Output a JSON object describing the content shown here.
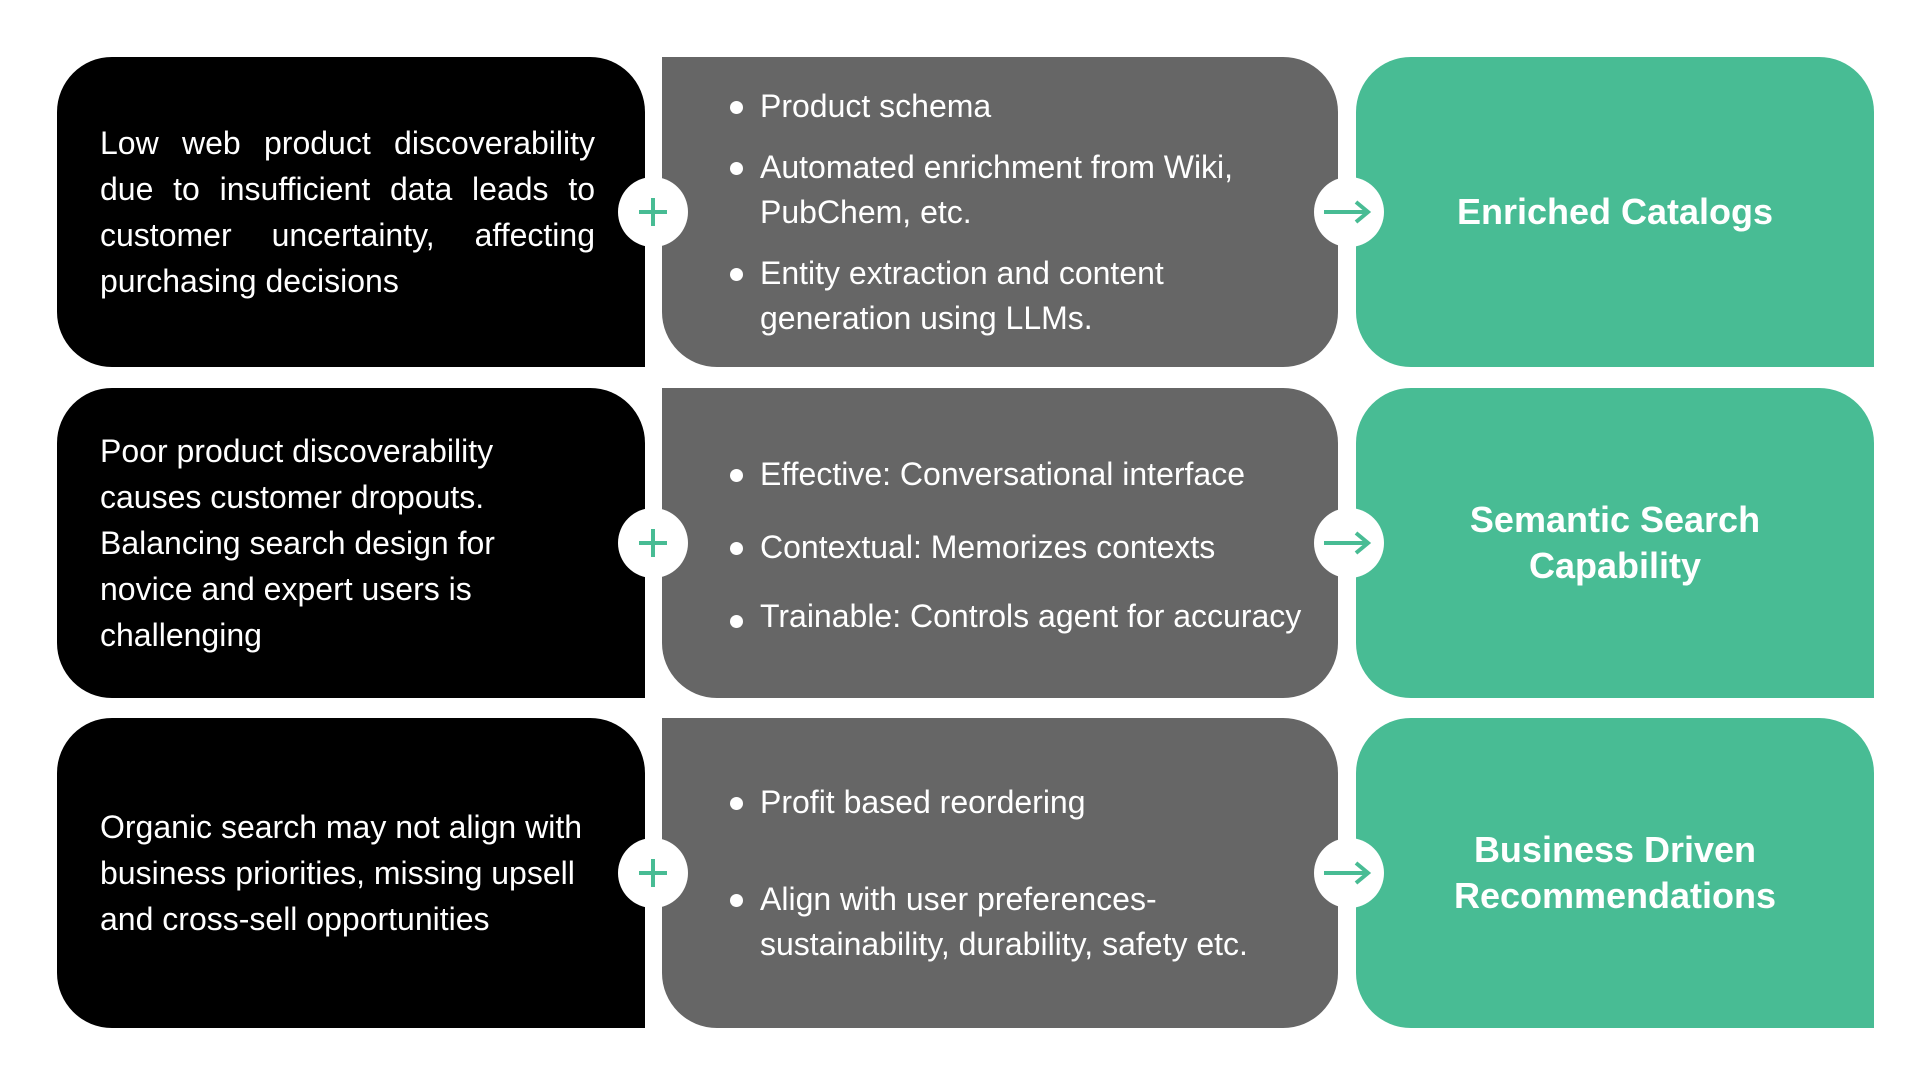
{
  "colors": {
    "problem_bg": "#000000",
    "solution_bg": "#666666",
    "outcome_bg": "#48bc94",
    "connector_bg": "#ffffff",
    "accent": "#48bc94"
  },
  "rows": [
    {
      "problem": "Low web product discoverability due to insufficient data leads to customer uncertainty, affecting purchasing decisions",
      "solutions": [
        "Product schema",
        "Automated enrichment from Wiki, PubChem, etc.",
        "Entity extraction and content generation using LLMs."
      ],
      "outcome": "Enriched Catalogs",
      "plus_icon": "plus-icon",
      "arrow_icon": "arrow-right-icon"
    },
    {
      "problem": "Poor product discoverability causes customer dropouts. Balancing search design for novice and expert users is challenging",
      "solutions": [
        "Effective: Conversational interface",
        "Contextual: Memorizes contexts",
        "Trainable: Controls agent for accuracy"
      ],
      "outcome": "Semantic Search Capability",
      "plus_icon": "plus-icon",
      "arrow_icon": "arrow-right-icon"
    },
    {
      "problem": "Organic search may not align with business priorities, missing upsell and cross-sell opportunities",
      "solutions": [
        "Profit based reordering",
        "Align with user preferences- sustainability, durability, safety etc."
      ],
      "outcome": "Business Driven Recommendations",
      "plus_icon": "plus-icon",
      "arrow_icon": "arrow-right-icon"
    }
  ]
}
